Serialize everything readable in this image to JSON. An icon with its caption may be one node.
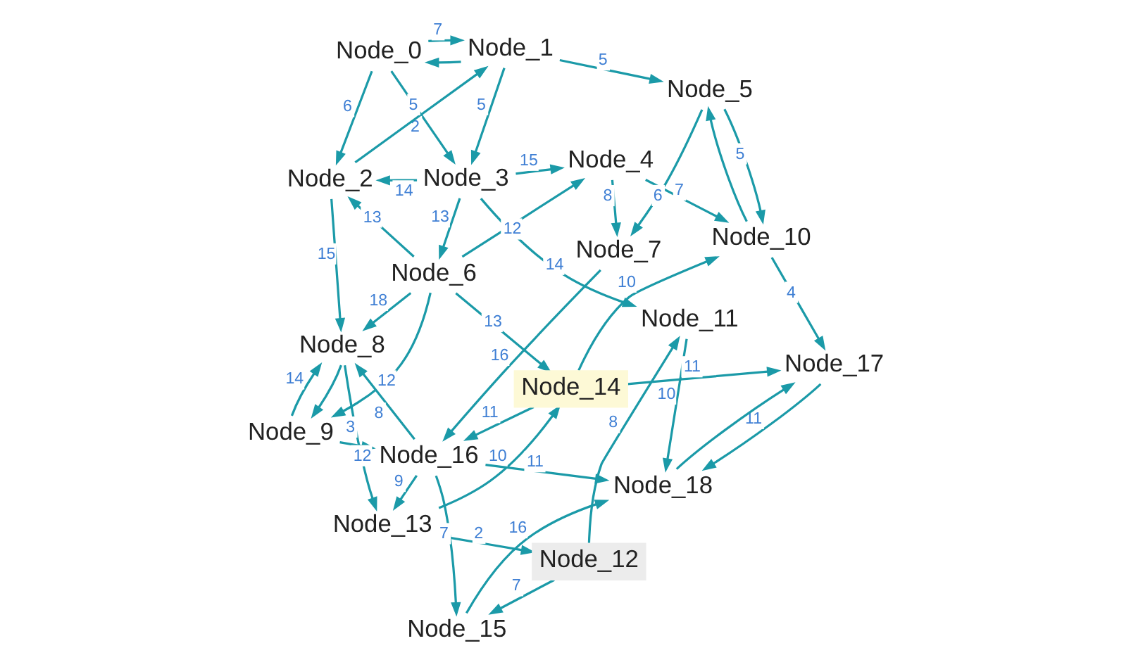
{
  "diagram": {
    "nodes": [
      {
        "text": [
          "Node_0"
        ]
      },
      {
        "text": [
          "Node_1"
        ]
      },
      {
        "text": [
          "Node_2"
        ]
      },
      {
        "text": [
          "Node_3"
        ]
      },
      {
        "text": [
          "Node_4"
        ]
      },
      {
        "text": [
          "Node_5"
        ]
      },
      {
        "text": [
          "Node_6"
        ]
      },
      {
        "text": [
          "Node_7"
        ]
      },
      {
        "text": [
          "Node_8"
        ]
      },
      {
        "text": [
          "Node_9"
        ]
      },
      {
        "text": [
          "Node_10"
        ]
      },
      {
        "text": [
          "Node_11"
        ]
      },
      {
        "text": [
          "Node_12"
        ]
      },
      {
        "text": [
          "Node_13"
        ]
      },
      {
        "text": [
          "Node_14"
        ]
      },
      {
        "text": [
          "Node_15"
        ]
      },
      {
        "text": [
          "Node_16"
        ]
      },
      {
        "text": [
          "Node_17"
        ]
      },
      {
        "text": [
          "Node_18"
        ]
      }
    ],
    "edges": [
      {
        "from": 0,
        "to": 2,
        "arrow": "to",
        "label": "6"
      },
      {
        "from": 0,
        "to": 1,
        "arrow": "to",
        "label": "7"
      },
      {
        "from": 1,
        "to": 0,
        "arrow": "to"
      },
      {
        "from": 0,
        "to": 3,
        "arrow": "to",
        "label": "2"
      },
      {
        "from": 2,
        "to": 1,
        "arrow": "to",
        "label": "5"
      },
      {
        "from": 2,
        "to": 8,
        "arrow": "to",
        "label": "15"
      },
      {
        "from": 6,
        "to": 2,
        "arrow": "to",
        "label": "13"
      },
      {
        "from": 3,
        "to": 2,
        "arrow": "to",
        "label": "14"
      },
      {
        "from": 6,
        "to": 8,
        "arrow": "to",
        "label": "18"
      },
      {
        "from": 6,
        "to": 9,
        "arrow": "to",
        "label": "12"
      },
      {
        "from": 1,
        "to": 3,
        "arrow": "to",
        "label": "5"
      },
      {
        "from": 6,
        "to": 4,
        "arrow": "to",
        "label": "12"
      },
      {
        "from": 3,
        "to": 6,
        "arrow": "to",
        "label": "13"
      },
      {
        "from": 3,
        "to": 4,
        "arrow": "to",
        "label": "15"
      },
      {
        "from": 6,
        "to": 14,
        "arrow": "to",
        "label": "13"
      },
      {
        "from": 3,
        "to": 11,
        "arrow": "to",
        "label": "14"
      },
      {
        "from": 9,
        "to": 8,
        "arrow": "to",
        "label": "14"
      },
      {
        "from": 8,
        "to": 9,
        "arrow": "to"
      },
      {
        "from": 8,
        "to": 13,
        "arrow": "to",
        "label": "3"
      },
      {
        "from": 16,
        "to": 8,
        "arrow": "to",
        "label": "8"
      },
      {
        "from": 13,
        "to": 14,
        "arrow": "to",
        "label": "10"
      },
      {
        "from": 9,
        "to": 16,
        "arrow": "to",
        "label": "12"
      },
      {
        "from": 16,
        "to": 13,
        "arrow": "to",
        "label": "9"
      },
      {
        "from": 13,
        "to": 12,
        "arrow": "to",
        "label": "2"
      },
      {
        "from": 1,
        "to": 5,
        "arrow": "to",
        "label": "5"
      },
      {
        "from": 4,
        "to": 7,
        "arrow": "to",
        "label": "8"
      },
      {
        "from": 4,
        "to": 10,
        "arrow": "to",
        "label": "7"
      },
      {
        "from": 14,
        "to": 16,
        "arrow": "to",
        "label": "11"
      },
      {
        "from": 7,
        "to": 16,
        "arrow": "to",
        "label": "16"
      },
      {
        "from": 5,
        "to": 7,
        "arrow": "to",
        "label": "6"
      },
      {
        "from": 14,
        "to": 10,
        "arrow": "to",
        "label": "10"
      },
      {
        "from": 14,
        "to": 17,
        "arrow": "to",
        "label": "11"
      },
      {
        "from": 12,
        "to": 15,
        "arrow": "to",
        "label": "7"
      },
      {
        "from": 12,
        "to": 11,
        "arrow": "to",
        "label": "8"
      },
      {
        "from": 16,
        "to": 15,
        "arrow": "to",
        "label": "7"
      },
      {
        "from": 5,
        "to": 10,
        "arrow": "to",
        "label": "5"
      },
      {
        "from": 10,
        "to": 5,
        "arrow": "to"
      },
      {
        "from": 16,
        "to": 18,
        "arrow": "to",
        "label": "11"
      },
      {
        "from": 15,
        "to": 18,
        "arrow": "to",
        "label": "16"
      },
      {
        "from": 11,
        "to": 18,
        "arrow": "to",
        "label": "10"
      },
      {
        "from": 10,
        "to": 17,
        "arrow": "to",
        "label": "4"
      },
      {
        "from": 17,
        "to": 18,
        "arrow": "to",
        "label": "11"
      },
      {
        "from": 18,
        "to": 17,
        "arrow": "to"
      }
    ]
  }
}
